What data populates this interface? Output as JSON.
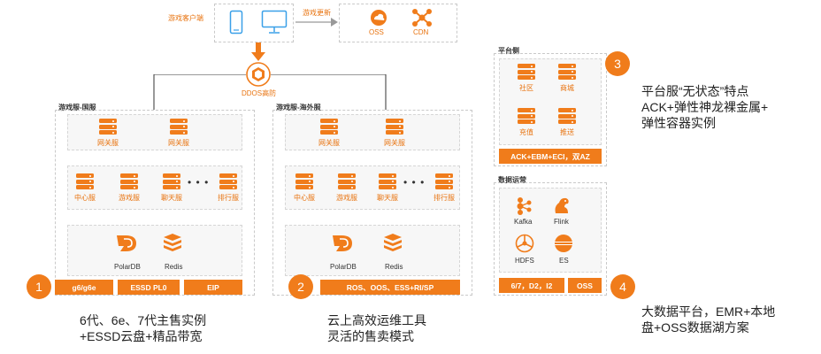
{
  "top": {
    "client_label": "游戏客户端",
    "update_label": "游戏更新",
    "oss_label": "OSS",
    "cdn_label": "CDN",
    "ddos_label": "DDOS高防"
  },
  "panel_cn": {
    "title": "游戏服-国服",
    "row1": [
      "网关服",
      "网关服"
    ],
    "row2": [
      "中心服",
      "游戏服",
      "聊天服",
      "排行服"
    ],
    "dots": "• • •",
    "polardb": "PolarDB",
    "redis": "Redis",
    "bars": [
      "g6/g6e",
      "ESSD PL0",
      "EIP"
    ],
    "number": "1",
    "desc": [
      "6代、6e、7代主售实例",
      "+ESSD云盘+精品带宽"
    ]
  },
  "panel_os": {
    "title": "游戏服-海外服",
    "row1": [
      "网关服",
      "网关服"
    ],
    "row2": [
      "中心服",
      "游戏服",
      "聊天服",
      "排行服"
    ],
    "dots": "• • •",
    "polardb": "PolarDB",
    "redis": "Redis",
    "bar": "ROS、OOS、ESS+RI/SP",
    "number": "2",
    "desc": [
      "云上高效运维工具",
      "灵活的售卖模式"
    ]
  },
  "platform": {
    "title": "平台侧",
    "items": [
      "社区",
      "商城",
      "充值",
      "推送"
    ],
    "bar": "ACK+EBM+ECI，双AZ",
    "number": "3",
    "desc": [
      "平台服“无状态”特点",
      "ACK+弹性神龙裸金属+",
      "弹性容器实例"
    ]
  },
  "data_ops": {
    "title": "数据运营",
    "items": [
      "Kafka",
      "Flink",
      "HDFS",
      "ES"
    ],
    "bars": [
      "6/7，D2，I2",
      "OSS"
    ],
    "number": "4",
    "desc": [
      "大数据平台，EMR+本地",
      "盘+OSS数据湖方案"
    ]
  },
  "colors": {
    "accent": "#f07c1b",
    "text": "#222222"
  }
}
